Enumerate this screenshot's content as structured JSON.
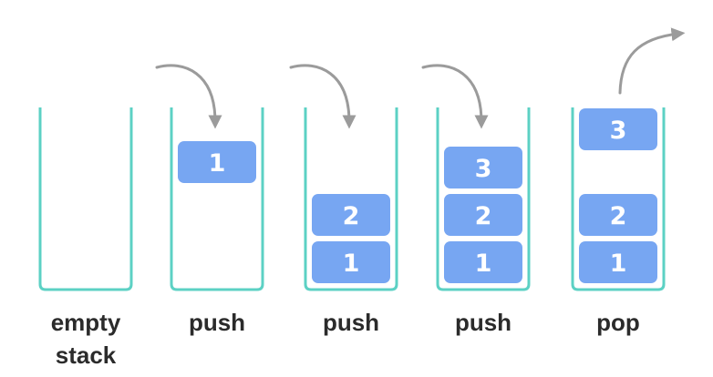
{
  "colors": {
    "container": "#5cd1c4",
    "block": "#77a6f2",
    "block_text": "#ffffff",
    "arrow": "#9b9b9b",
    "caption": "#2b2b2b"
  },
  "stages": [
    {
      "caption_lines": [
        "empty",
        "stack"
      ],
      "arrow": "none",
      "blocks": []
    },
    {
      "caption_lines": [
        "push"
      ],
      "arrow": "in",
      "blocks": [
        {
          "label": "1",
          "state": "incoming"
        }
      ]
    },
    {
      "caption_lines": [
        "push"
      ],
      "arrow": "in",
      "blocks": [
        {
          "label": "1",
          "state": "stacked"
        },
        {
          "label": "2",
          "state": "stacked"
        }
      ]
    },
    {
      "caption_lines": [
        "push"
      ],
      "arrow": "in",
      "blocks": [
        {
          "label": "1",
          "state": "stacked"
        },
        {
          "label": "2",
          "state": "stacked"
        },
        {
          "label": "3",
          "state": "stacked"
        }
      ]
    },
    {
      "caption_lines": [
        "pop"
      ],
      "arrow": "out",
      "blocks": [
        {
          "label": "1",
          "state": "stacked"
        },
        {
          "label": "2",
          "state": "stacked"
        },
        {
          "label": "3",
          "state": "outgoing"
        }
      ]
    }
  ]
}
